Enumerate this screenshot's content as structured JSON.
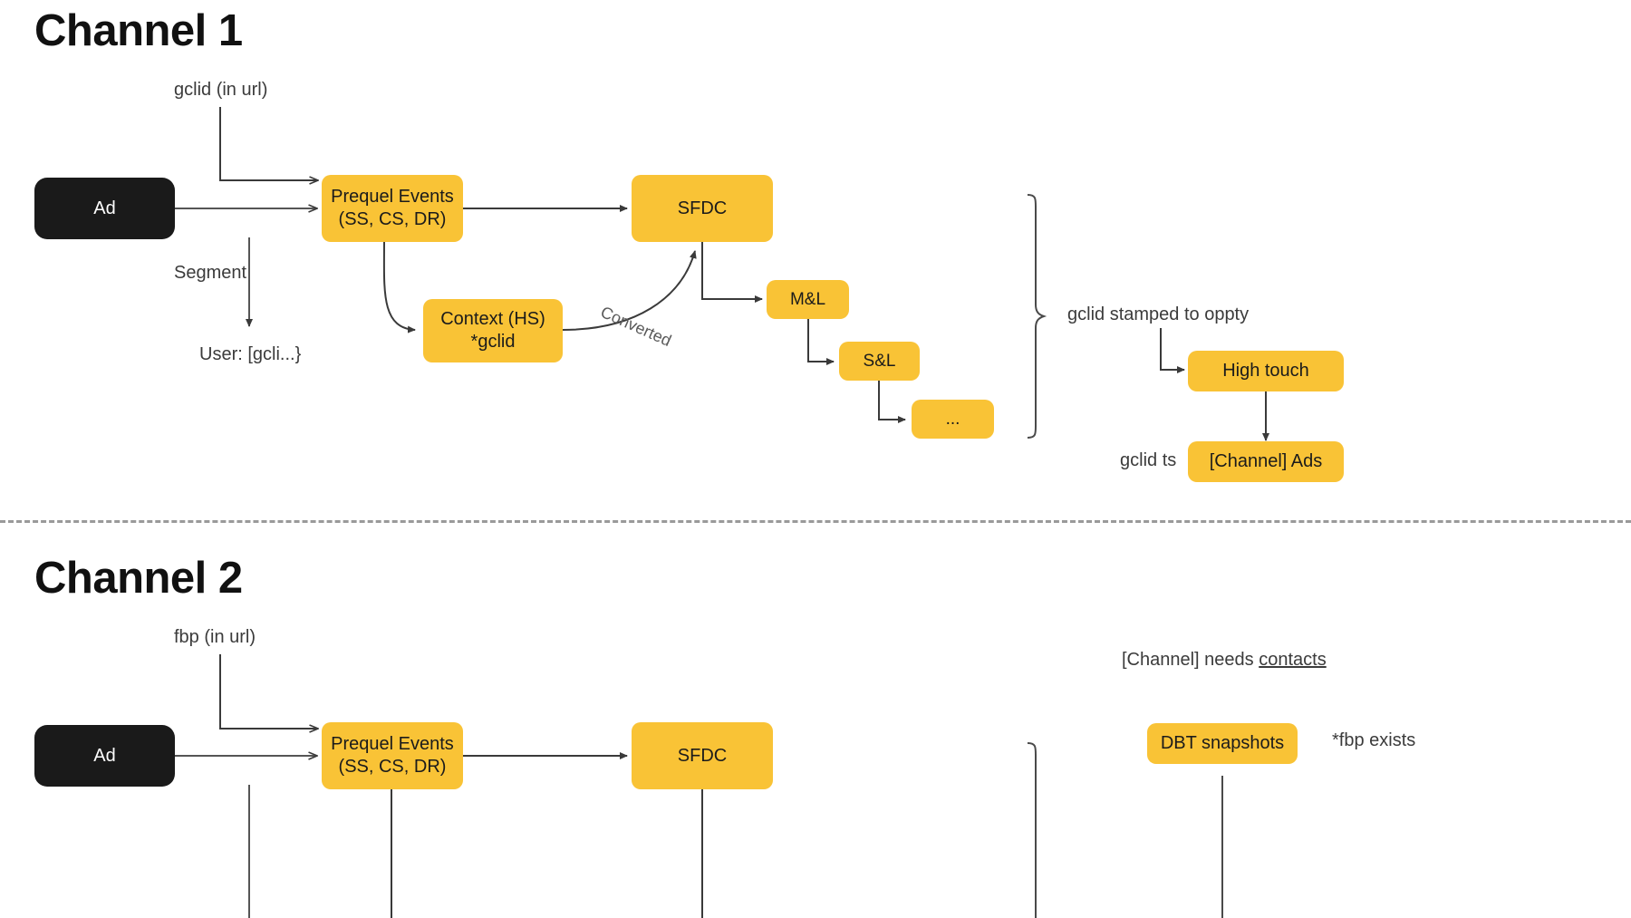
{
  "page": {
    "background": "#ffffff",
    "accent_yellow": "#F9C336",
    "dark_node": "#1A1A1A",
    "line_color": "#4a4a4a"
  },
  "sections": [
    {
      "id": "channel-1",
      "heading": "Channel 1"
    },
    {
      "id": "channel-2",
      "heading": "Channel 2"
    }
  ],
  "channel1": {
    "heading": "Channel 1",
    "nodes": {
      "ad": "Ad",
      "prequel_events": "Prequel Events\n(SS, CS, DR)",
      "sfdc": "SFDC",
      "context": "Context (HS)\n*gclid",
      "mql": "M&L",
      "sql": "S&L",
      "ellipsis": "...",
      "high_touch": "High touch",
      "channel_ads": "[Channel] Ads"
    },
    "labels": {
      "gclid_in_url": "gclid (in url)",
      "segment": "Segment",
      "user_gclid": "User: [gcli...}",
      "converted": "Converted",
      "gclid_stamped": "gclid stamped to oppty",
      "gclid_ts": "gclid ts"
    }
  },
  "channel2": {
    "heading": "Channel 2",
    "nodes": {
      "ad": "Ad",
      "prequel_events": "Prequel Events\n(SS, CS, DR)",
      "sfdc": "SFDC",
      "dbt_snapshots": "DBT snapshots"
    },
    "labels": {
      "fbp_in_url": "fbp (in url)",
      "channel_needs_contacts_prefix": "[Channel] needs ",
      "channel_needs_contacts_link": "contacts",
      "fbp_exists": "*fbp exists"
    }
  }
}
